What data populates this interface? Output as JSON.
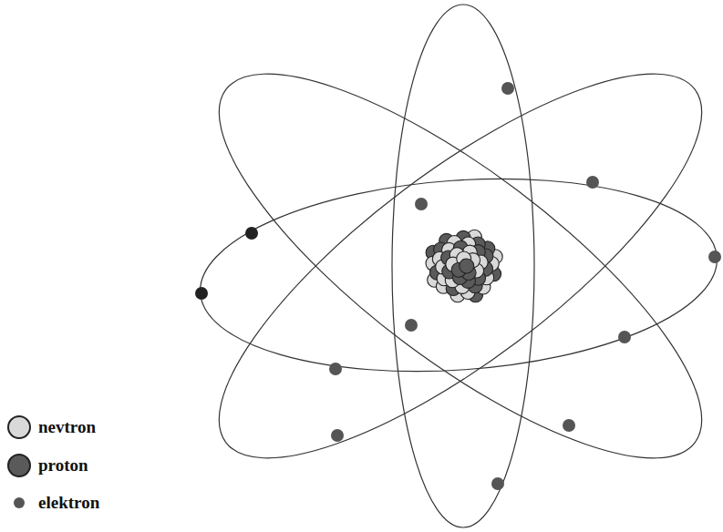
{
  "diagram": {
    "legend": [
      {
        "text": "nevtron",
        "color": "#d9d9d9"
      },
      {
        "text": "proton",
        "color": "#5a5a5a"
      },
      {
        "text": "elektron",
        "color": "#555555"
      }
    ]
  }
}
